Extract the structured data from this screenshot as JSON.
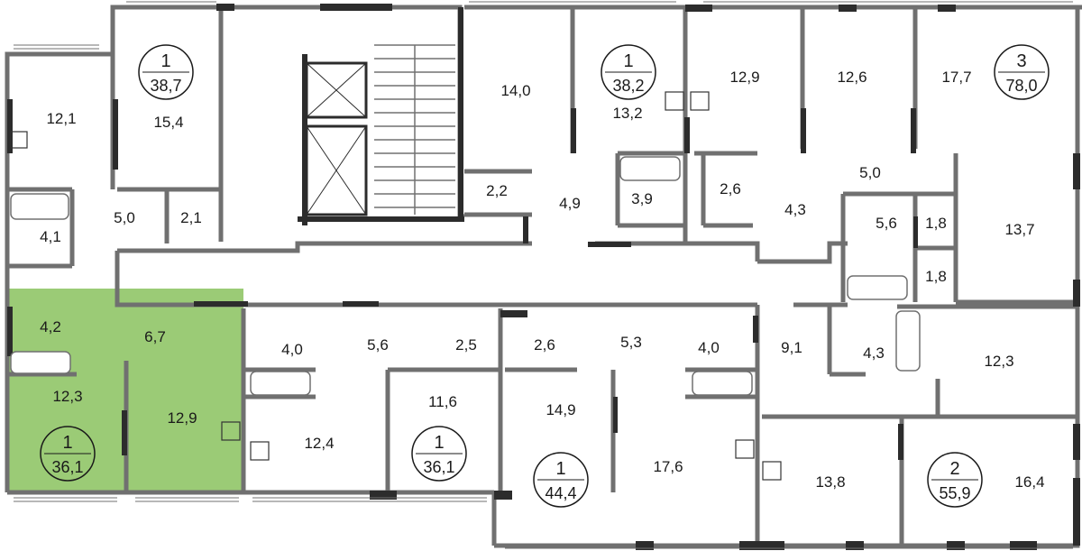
{
  "apartments": [
    {
      "id": "apt-a",
      "rooms": "1",
      "area": "38,7",
      "highlighted": false
    },
    {
      "id": "apt-b",
      "rooms": "1",
      "area": "38,2",
      "highlighted": false
    },
    {
      "id": "apt-c",
      "rooms": "3",
      "area": "78,0",
      "highlighted": false
    },
    {
      "id": "apt-d",
      "rooms": "1",
      "area": "36,1",
      "highlighted": true
    },
    {
      "id": "apt-e",
      "rooms": "1",
      "area": "36,1",
      "highlighted": false
    },
    {
      "id": "apt-f",
      "rooms": "1",
      "area": "44,4",
      "highlighted": false
    },
    {
      "id": "apt-g",
      "rooms": "2",
      "area": "55,9",
      "highlighted": false
    }
  ],
  "room_areas": [
    "12,1",
    "15,4",
    "5,0",
    "2,1",
    "4,1",
    "14,0",
    "13,2",
    "2,2",
    "4,9",
    "3,9",
    "12,9",
    "2,6",
    "12,6",
    "17,7",
    "5,0",
    "4,3",
    "5,6",
    "1,8",
    "1,8",
    "13,7",
    "4,2",
    "6,7",
    "12,3",
    "12,9",
    "4,0",
    "5,6",
    "2,5",
    "12,4",
    "11,6",
    "2,6",
    "5,3",
    "4,0",
    "14,9",
    "17,6",
    "9,1",
    "4,3",
    "12,3",
    "13,8",
    "16,4"
  ],
  "colors": {
    "highlight_fill": "#9bcb76",
    "highlight_stroke": "#5a8f3a",
    "wall": "#6e6e6e",
    "dark_wall": "#2c2c2c",
    "text": "#1a1a1a"
  }
}
